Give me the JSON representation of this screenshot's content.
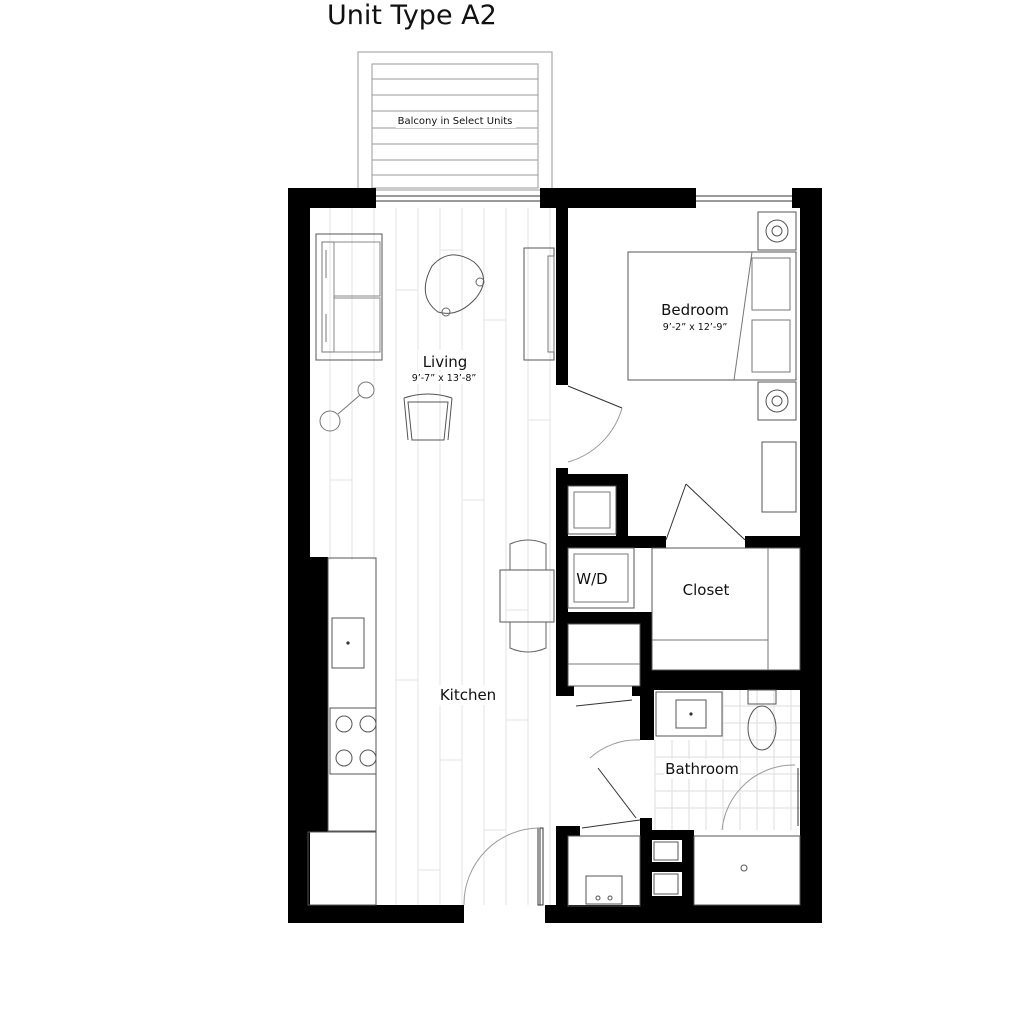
{
  "plan": {
    "title": "Unit Type A2",
    "balcony_label": "Balcony in Select Units",
    "rooms": {
      "living": {
        "name": "Living",
        "dims": "9’-7” x 13’-8”"
      },
      "bedroom": {
        "name": "Bedroom",
        "dims": "9’-2” x 12’-9”"
      },
      "kitchen": {
        "name": "Kitchen"
      },
      "closet": {
        "name": "Closet"
      },
      "laundry": {
        "name": "W/D"
      },
      "bathroom": {
        "name": "Bathroom"
      }
    }
  }
}
